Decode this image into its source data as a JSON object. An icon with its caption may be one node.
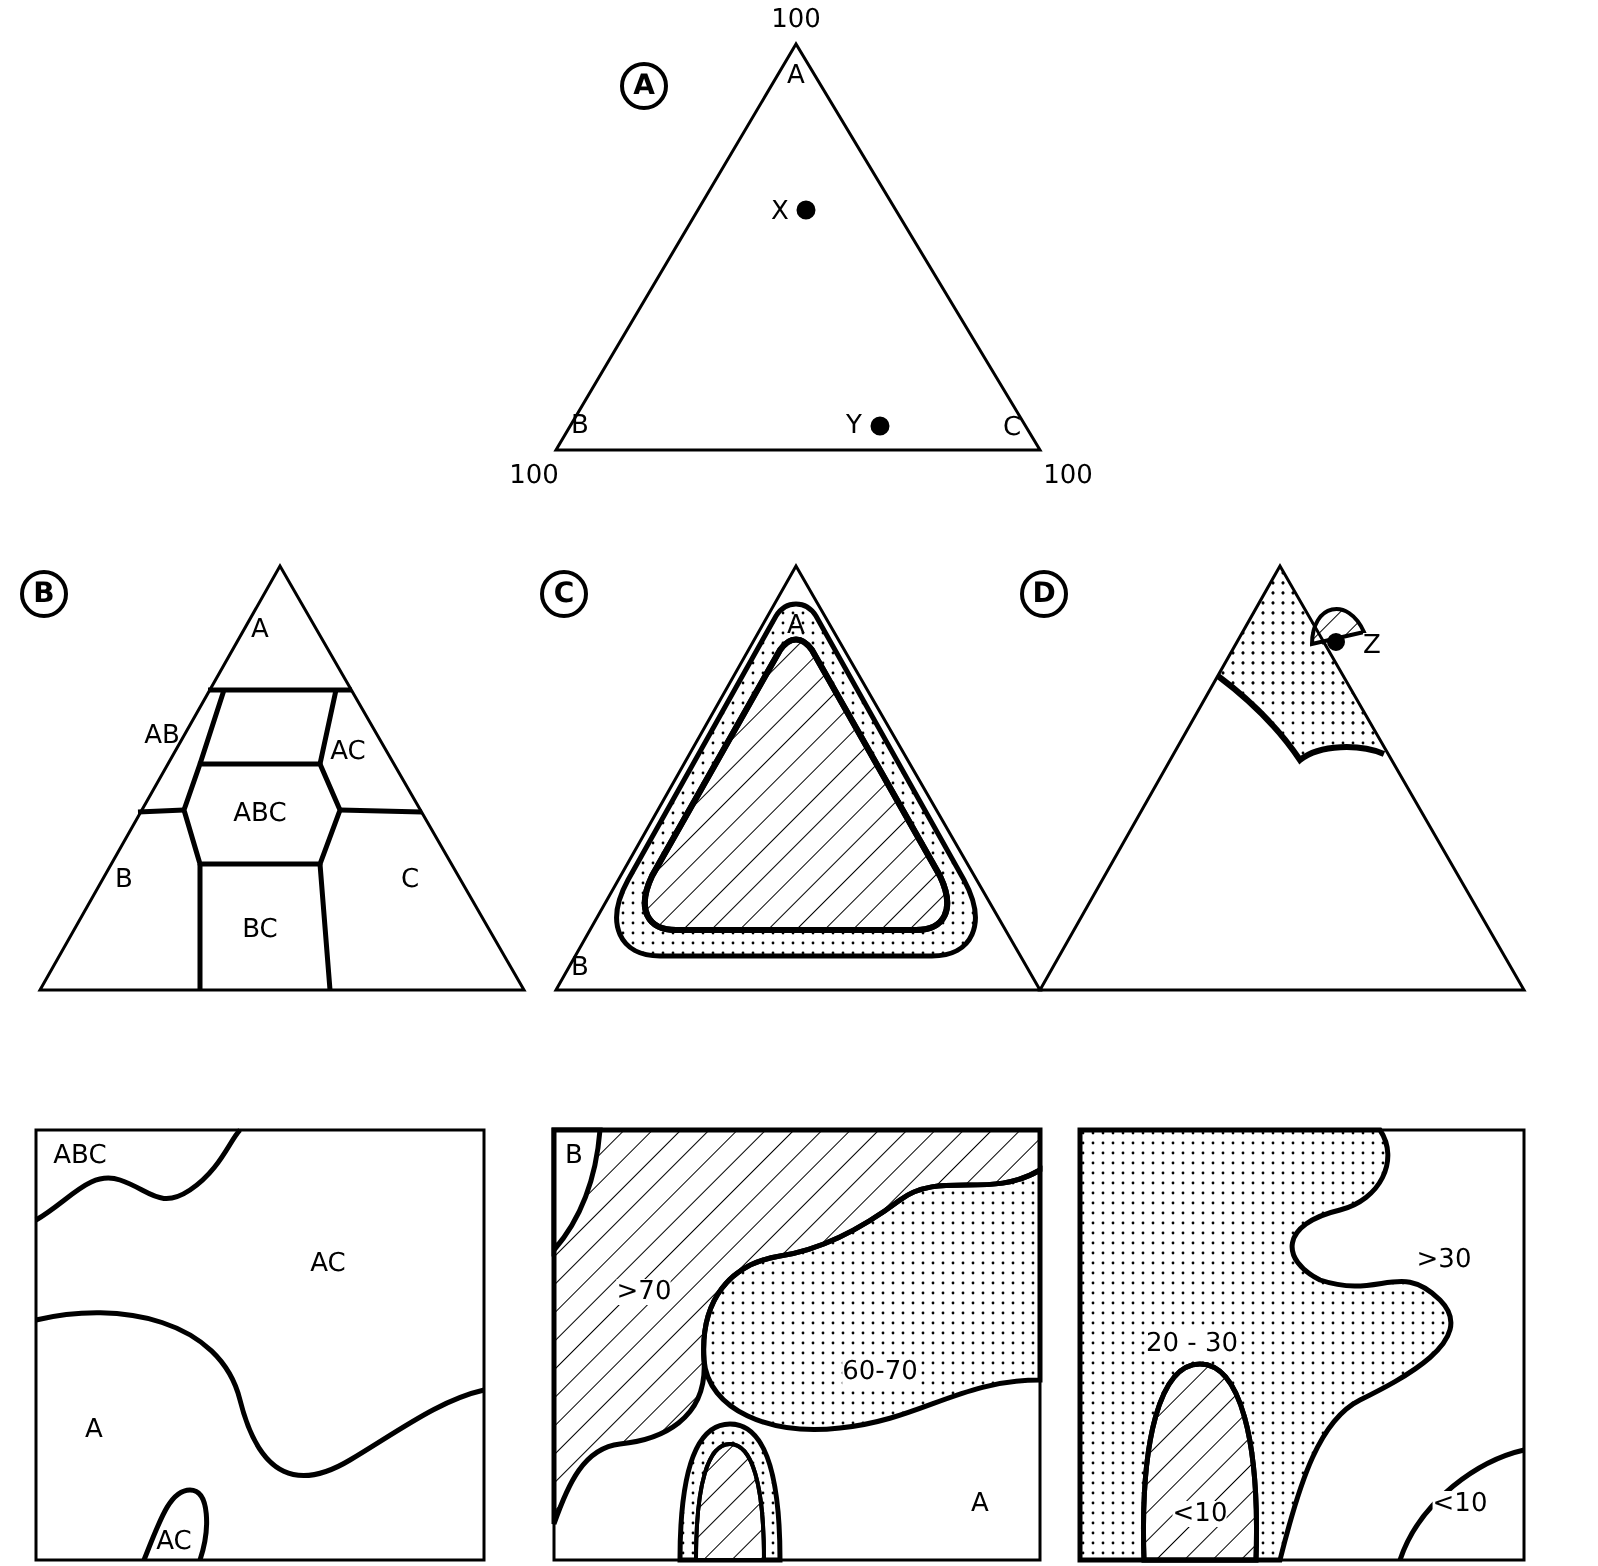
{
  "diagram": {
    "nodes": [
      {
        "text": [
          "A"
        ]
      },
      {
        "text": [
          "B"
        ]
      },
      {
        "text": [
          "C"
        ]
      },
      {
        "text": [
          "D"
        ]
      }
    ],
    "labels": [
      "100",
      "A",
      "X",
      "B",
      "Y",
      "C",
      "100",
      "100",
      "A",
      "AB",
      "AC",
      "ABC",
      "B",
      "C",
      "BC",
      "A",
      "B",
      "Z",
      "ABC",
      "AC",
      "A",
      "AC",
      "B",
      ">70",
      "60-70",
      "A",
      ">30",
      "20 - 30",
      "<10",
      "<10"
    ]
  }
}
